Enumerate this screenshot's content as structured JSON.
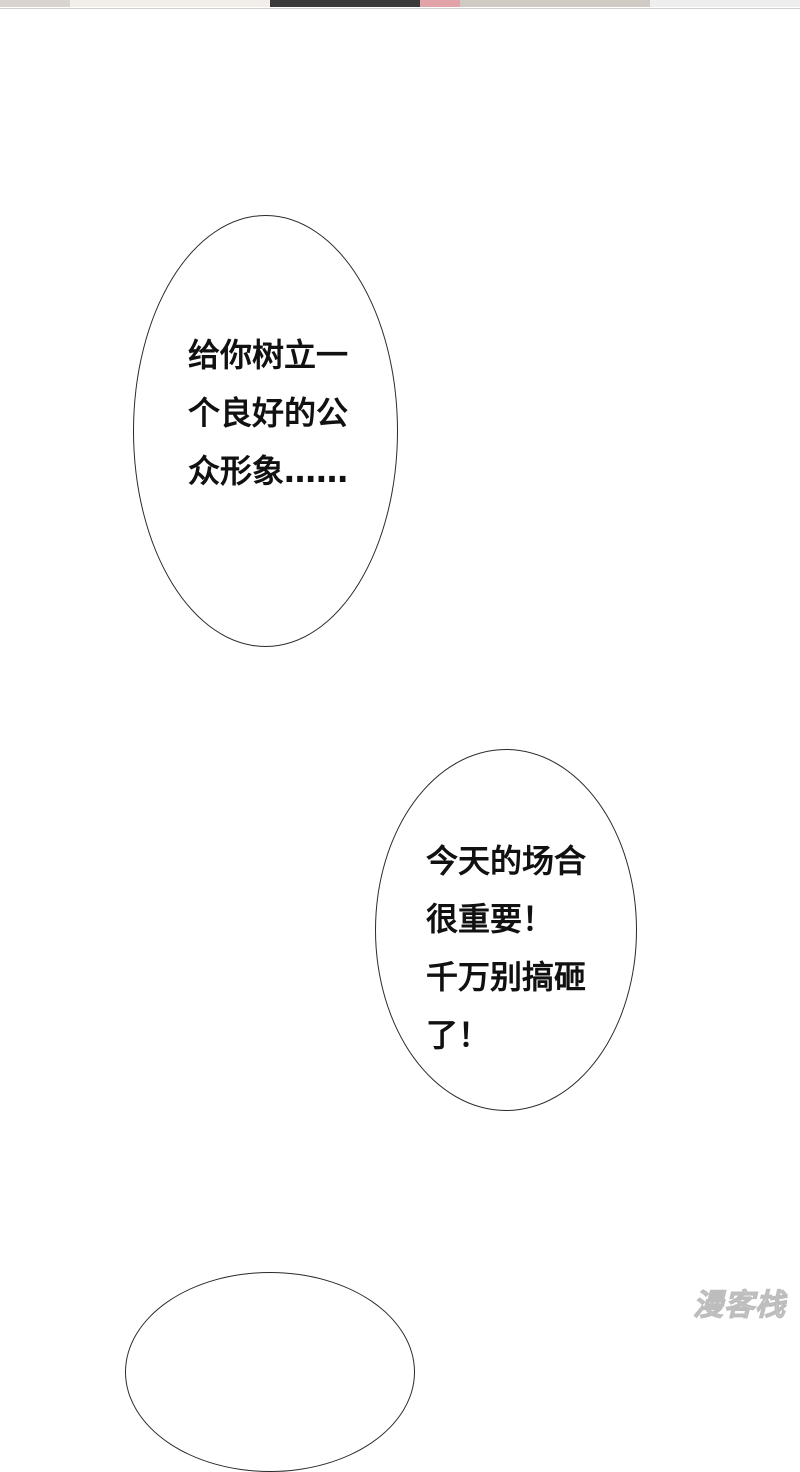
{
  "panel": {
    "bubbles": [
      {
        "lines": "给你树立一\n个良好的公\n众形象……"
      },
      {
        "lines": "今天的场合\n很重要！\n千万别搞砸\n了！"
      },
      {
        "lines": ""
      }
    ]
  },
  "watermark": {
    "text": "漫客栈"
  },
  "colors": {
    "background": "#ffffff",
    "bubble_border": "#2b2b2b",
    "text": "#111111",
    "watermark": "#d8d8d8"
  }
}
